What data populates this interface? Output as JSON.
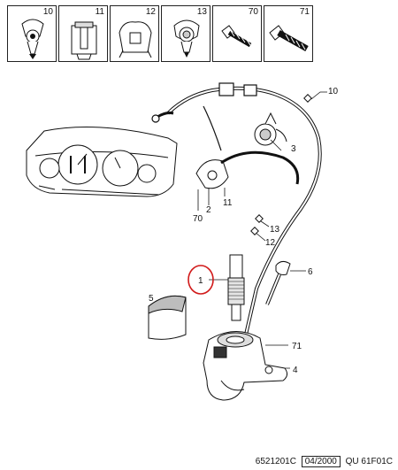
{
  "parts_strip": [
    {
      "id": "10"
    },
    {
      "id": "11"
    },
    {
      "id": "12"
    },
    {
      "id": "13"
    },
    {
      "id": "70"
    },
    {
      "id": "71"
    }
  ],
  "callouts": {
    "c10": "10",
    "c3": "3",
    "c2": "2",
    "c11": "11",
    "c70": "70",
    "c13": "13",
    "c12": "12",
    "c1": "1",
    "c6": "6",
    "c5": "5",
    "c71": "71",
    "c4": "4"
  },
  "footer": {
    "code": "6521201C",
    "date": "04/2000",
    "ref": "QU  61F01C"
  },
  "colors": {
    "line": "#1a1a1a",
    "highlight": "#d11a1a",
    "shade": "#bdbdbd"
  }
}
